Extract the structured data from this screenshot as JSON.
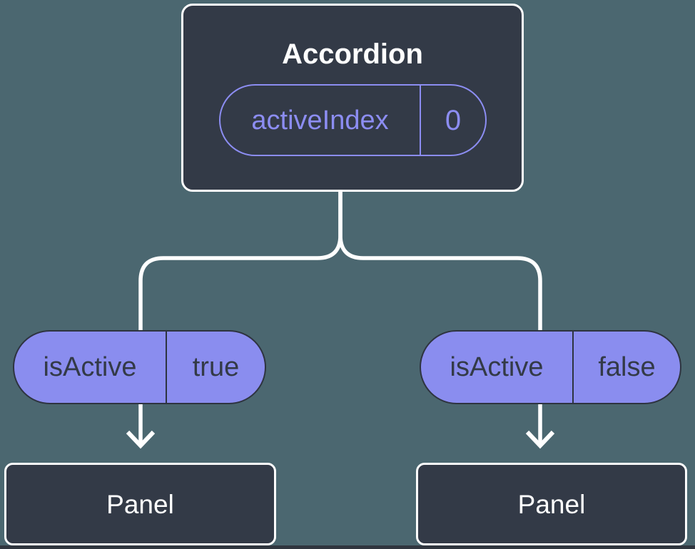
{
  "colors": {
    "background": "#4B6770",
    "node_fill": "#333A47",
    "node_border": "#FFFFFF",
    "accent_purple": "#8C8DF2",
    "pill_fill": "#8A8DEF",
    "pill_text": "#333A47",
    "pill_dark_border": "#2E3440",
    "connector": "#FFFFFF",
    "bottom_strip": "#30363F"
  },
  "tree": {
    "root": {
      "title": "Accordion",
      "state_pill": {
        "label": "activeIndex",
        "value": "0"
      }
    },
    "branches": [
      {
        "prop_pill": {
          "label": "isActive",
          "value": "true"
        },
        "child": {
          "title": "Panel"
        }
      },
      {
        "prop_pill": {
          "label": "isActive",
          "value": "false"
        },
        "child": {
          "title": "Panel"
        }
      }
    ]
  }
}
